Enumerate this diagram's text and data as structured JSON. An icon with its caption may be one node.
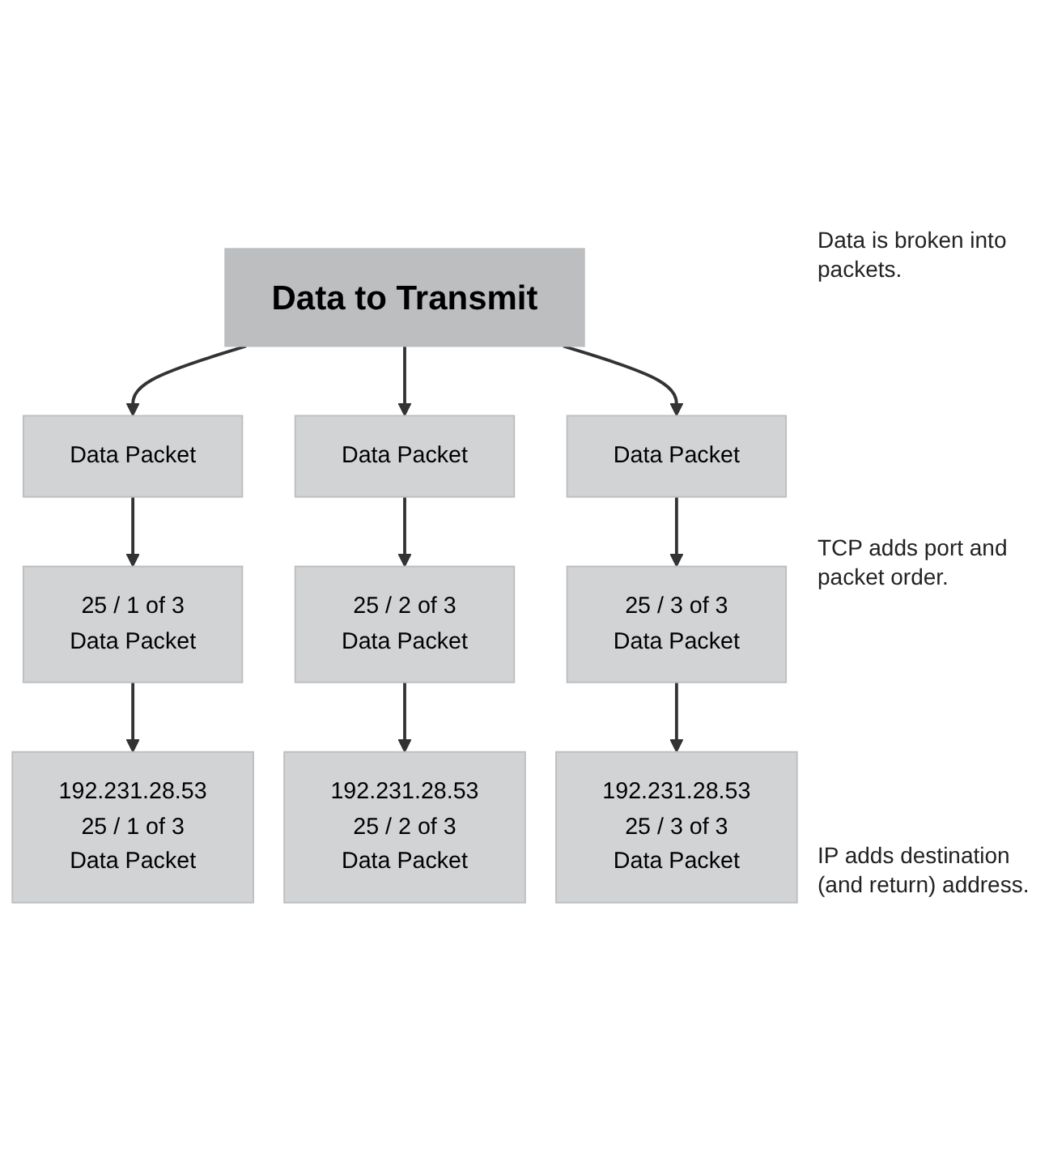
{
  "diagram": {
    "nodes": [
      {
        "text": [
          "Data to Transmit"
        ]
      },
      {
        "text": [
          "Data Packet"
        ]
      },
      {
        "text": [
          "Data Packet"
        ]
      },
      {
        "text": [
          "Data Packet"
        ]
      },
      {
        "text": [
          "25 / 1 of 3",
          "Data Packet"
        ]
      },
      {
        "text": [
          "25 / 2 of 3",
          "Data Packet"
        ]
      },
      {
        "text": [
          "25 / 3 of 3",
          "Data Packet"
        ]
      },
      {
        "text": [
          "192.231.28.53",
          "25 / 1 of 3",
          "Data Packet"
        ]
      },
      {
        "text": [
          "192.231.28.53",
          "25 / 2 of 3",
          "Data Packet"
        ]
      },
      {
        "text": [
          "192.231.28.53",
          "25 / 3 of 3",
          "Data Packet"
        ]
      }
    ],
    "edges": [
      {
        "from": 0,
        "to": 1,
        "arrow": "to"
      },
      {
        "from": 0,
        "to": 2,
        "arrow": "to"
      },
      {
        "from": 0,
        "to": 3,
        "arrow": "to"
      },
      {
        "from": 1,
        "to": 4,
        "arrow": "to"
      },
      {
        "from": 2,
        "to": 5,
        "arrow": "to"
      },
      {
        "from": 3,
        "to": 6,
        "arrow": "to"
      },
      {
        "from": 4,
        "to": 7,
        "arrow": "to"
      },
      {
        "from": 5,
        "to": 8,
        "arrow": "to"
      },
      {
        "from": 6,
        "to": 9,
        "arrow": "to"
      }
    ],
    "labels": [
      "Data is broken into packets.",
      "TCP adds port and packet order.",
      "IP adds destination (and return) address."
    ]
  }
}
